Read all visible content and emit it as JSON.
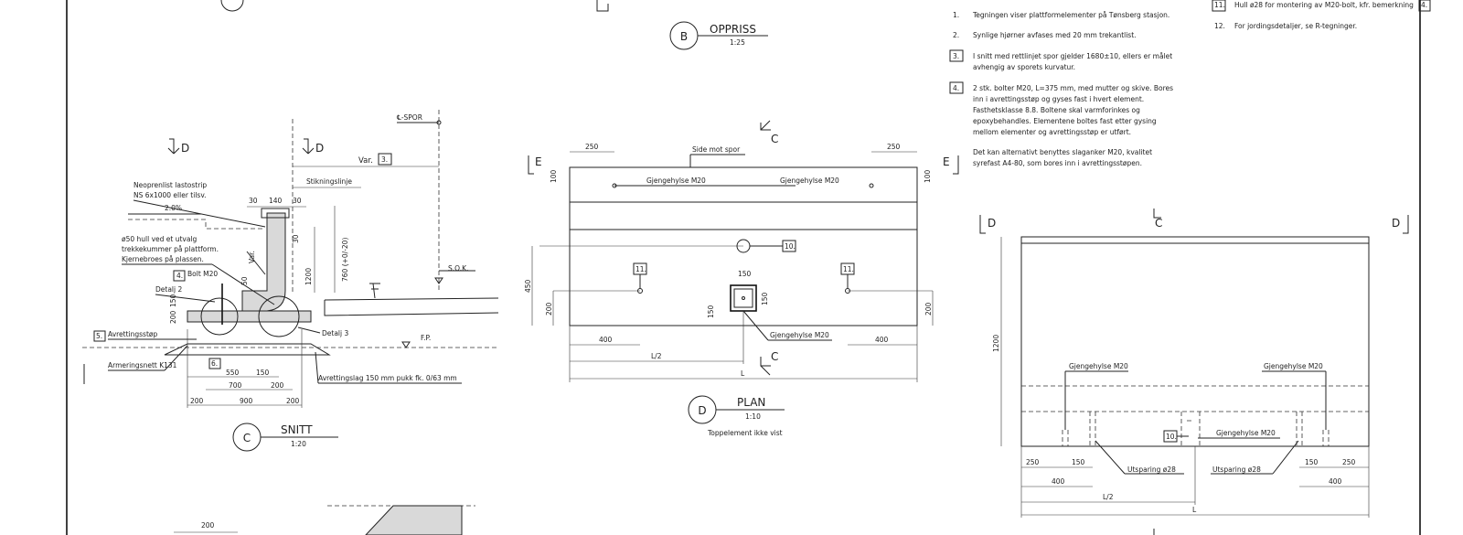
{
  "views": {
    "oppriss": {
      "letter": "B",
      "title": "OPPRISS",
      "scale": "1:25"
    },
    "snitt": {
      "letter": "C",
      "title": "SNITT",
      "scale": "1:20"
    },
    "plan": {
      "letter": "D",
      "title": "PLAN",
      "scale": "1:10",
      "subtitle": "Toppelement ikke vist"
    }
  },
  "notes": [
    {
      "num": "1.",
      "boxed": false,
      "lines": [
        "Tegningen viser plattformelementer på Tønsberg stasjon."
      ]
    },
    {
      "num": "2.",
      "boxed": false,
      "lines": [
        "Synlige hjørner avfases med 20 mm trekantlist."
      ]
    },
    {
      "num": "3.",
      "boxed": true,
      "lines": [
        "I snitt med rettlinjet spor gjelder 1680±10, ellers er målet",
        "avhengig av sporets kurvatur."
      ]
    },
    {
      "num": "4.",
      "boxed": true,
      "lines": [
        "2 stk. bolter M20, L=375 mm, med mutter og skive. Bores",
        "inn i avrettingsstøp og gyses fast i hvert element.",
        "Fasthetsklasse 8.8. Boltene skal varmforinkes og",
        "epoxybehandles. Elementene boltes fast etter gysing",
        "mellom elementer og avrettingsstøp er utført."
      ]
    },
    {
      "num": "",
      "boxed": false,
      "lines": [
        "Det kan alternativt benyttes slaganker M20, kvalitet",
        "syrefast A4-80, som bores inn i avrettingsstøpen."
      ]
    }
  ],
  "notes_right": [
    {
      "num": "11.",
      "boxed": true,
      "text": "Hull ø28 for montering av M20-bolt, kfr. bemerkning",
      "ref": "4."
    },
    {
      "num": "12.",
      "boxed": false,
      "text": "For jordingsdetaljer, se R-tegninger.",
      "ref": ""
    }
  ],
  "section_marks": {
    "c": "C",
    "d": "D",
    "e": "E"
  },
  "snitt_labels": {
    "spor": "℄-SPOR",
    "var": "Var.",
    "ref3": "3.",
    "stikningslinje": "Stikningslinje",
    "neopren1": "Neoprenlist lastostrip",
    "neopren2": "NS 6x1000 eller tilsv.",
    "slope": "2.0%",
    "hull1": "ø50 hull ved et utvalg",
    "hull2": "trekkekummer på plattform.",
    "hull3": "Kjernebroes på plassen.",
    "ref4": "4.",
    "bolt": "Bolt M20",
    "detalj2": "Detalj 2",
    "detalj3": "Detalj 3",
    "ref5": "5.",
    "avretting": "Avrettingsstøp",
    "armering": "Armeringsnett K131",
    "ref6": "6.",
    "avrettingslag": "Avrettingslag 150 mm pukk fk. 0/63 mm",
    "sok": "S.O.K.",
    "fp": "F.P.",
    "height": "760 (+0/-20)",
    "d1200": "1200",
    "d30a": "30",
    "d140": "140",
    "d30b": "30",
    "d30c": "30",
    "dvar": "Var.",
    "d50": "50",
    "d200": "200",
    "d150": "150",
    "d550": "550",
    "d150b": "150",
    "d700": "700",
    "d200b": "200",
    "d200c": "200",
    "d900": "900",
    "d200d": "200"
  },
  "plan_labels": {
    "side": "Side mot spor",
    "gh": "Gjengehylse M20",
    "ref10": "10.",
    "ref11": "11.",
    "d250": "250",
    "d100": "100",
    "d450": "450",
    "d200": "200",
    "d150": "150",
    "d400": "400",
    "l2": "L/2",
    "l": "L"
  },
  "oppriss_labels": {
    "gh": "Gjengehylse M20",
    "ref10": "10.",
    "uts": "Utsparing ø28",
    "d1200": "1200",
    "d250": "250",
    "d150": "150",
    "d400": "400",
    "l2": "L/2",
    "l": "L"
  }
}
